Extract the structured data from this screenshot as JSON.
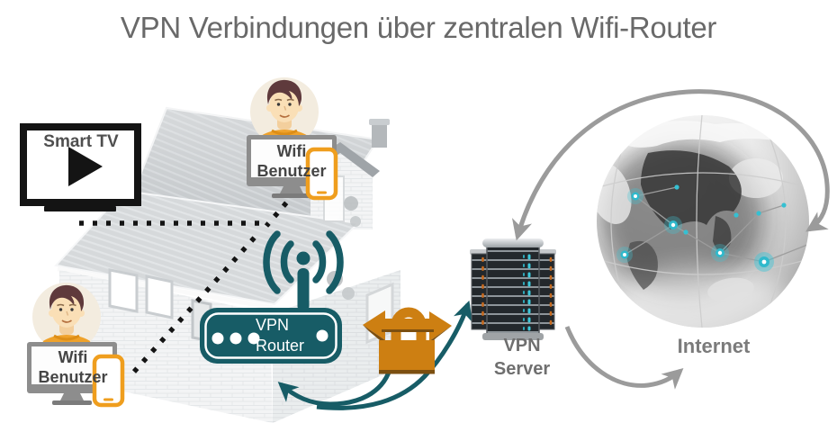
{
  "title": "VPN Verbindungen über zentralen Wifi-Router",
  "smart_tv": {
    "label": "Smart TV"
  },
  "wifi_user_top": {
    "line1": "Wifi",
    "line2": "Benutzer"
  },
  "wifi_user_bottom": {
    "line1": "Wifi",
    "line2": "Benutzer"
  },
  "vpn_router": {
    "line1": "VPN",
    "line2": "Router"
  },
  "vpn_server": {
    "line1": "VPN",
    "line2": "Server"
  },
  "internet": {
    "label": "Internet"
  },
  "colors": {
    "teal": "#175C66",
    "orange_lock": "#CD7F12",
    "orange_device": "#EF9E1E",
    "arrow_gray": "#9B9B9B",
    "node_cyan": "#3FC6D8",
    "dotted_black": "#141414"
  }
}
